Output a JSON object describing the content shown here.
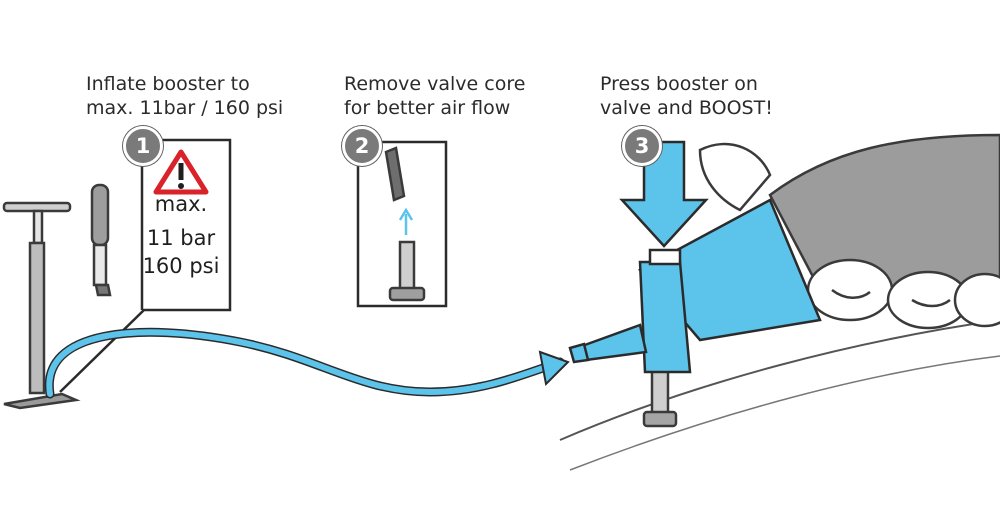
{
  "steps": [
    {
      "number": "1",
      "line1": "Inflate booster to",
      "line2": "max. 11bar / 160 psi"
    },
    {
      "number": "2",
      "line1": "Remove valve core",
      "line2": "for better air flow"
    },
    {
      "number": "3",
      "line1": "Press booster on",
      "line2": "valve and BOOST!"
    }
  ],
  "pressure_box": {
    "label": "max.",
    "value_bar": "11 bar",
    "value_psi": "160 psi"
  },
  "colors": {
    "accent_blue": "#5cc3eb",
    "warning_red": "#d9222a",
    "badge_gray": "#7a7a7a",
    "line_dark": "#2b2b2b"
  },
  "icons": [
    "floor-pump-icon",
    "warning-triangle-icon",
    "valve-core-icon",
    "booster-chamber-icon",
    "press-down-arrow-icon",
    "hand-icon"
  ]
}
